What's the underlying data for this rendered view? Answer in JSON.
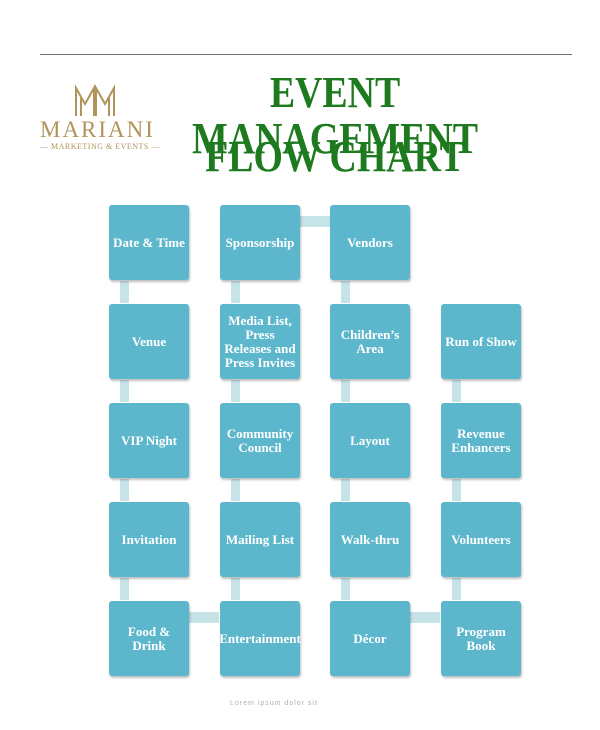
{
  "logo": {
    "monogram": "MM",
    "name": "MARIANI",
    "tagline": "MARKETING & EVENTS"
  },
  "title": {
    "line1": "EVENT MANAGEMENT",
    "line2": "FLOW CHART"
  },
  "boxes": {
    "date_time": "Date & Time",
    "venue": "Venue",
    "vip_night": "VIP Night",
    "invitation": "Invitation",
    "food_drink": "Food & Drink",
    "sponsorship": "Sponsorship",
    "media_list": "Media List, Press Releases and Press Invites",
    "community_council": "Community Council",
    "mailing_list": "Mailing List",
    "entertainment": "Entertainment",
    "vendors": "Vendors",
    "childrens_area": "Children’s Area",
    "layout": "Layout",
    "walk_thru": "Walk-thru",
    "decor": "Décor",
    "run_of_show": "Run of Show",
    "revenue_enhancers": "Revenue Enhancers",
    "volunteers": "Volunteers",
    "program_book": "Program Book"
  },
  "colors": {
    "title": "#1e7a1e",
    "box": "#5db7cc",
    "connector": "#c6e3e8",
    "logo": "#b1945b"
  },
  "footer": "Lorem ipsum dolor sit"
}
